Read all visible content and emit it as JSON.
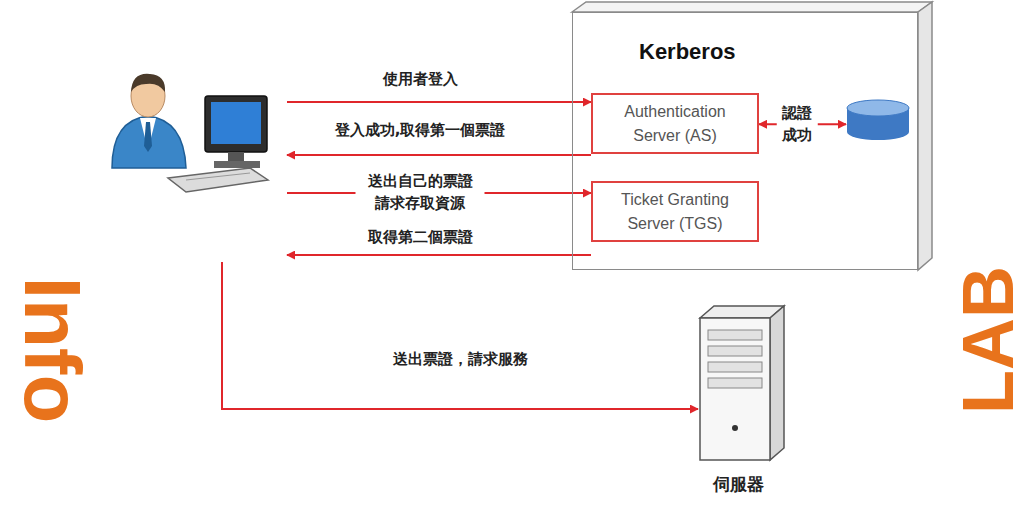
{
  "diagram": {
    "nodes": [
      {
        "text": []
      },
      {
        "text": [
          "Kerberos"
        ]
      },
      {
        "text": [
          "Authentication Server (AS)"
        ],
        "in": 1
      },
      {
        "text": [],
        "in": 1
      },
      {
        "text": [
          "Ticket Granting Server (TGS)"
        ],
        "in": 1
      },
      {
        "text": [
          "伺服器"
        ]
      }
    ],
    "edges": [
      {
        "from": 0,
        "to": 2,
        "label": "使用者登入",
        "arrow": "to"
      },
      {
        "from": 2,
        "to": 0,
        "label": "登入成功,取得第一個票證",
        "arrow": "to"
      },
      {
        "from": 0,
        "to": 4,
        "label": "送出自己的票證 請求存取資源",
        "arrow": "to"
      },
      {
        "from": 4,
        "to": 0,
        "label": "取得第二個票證",
        "arrow": "to"
      },
      {
        "from": 2,
        "to": 3,
        "label": "認證 成功",
        "arrow": "both"
      },
      {
        "from": 0,
        "to": 5,
        "label": "送出票證，請求服務",
        "arrow": "to"
      }
    ],
    "labels": [
      "Info",
      "LAB"
    ]
  }
}
